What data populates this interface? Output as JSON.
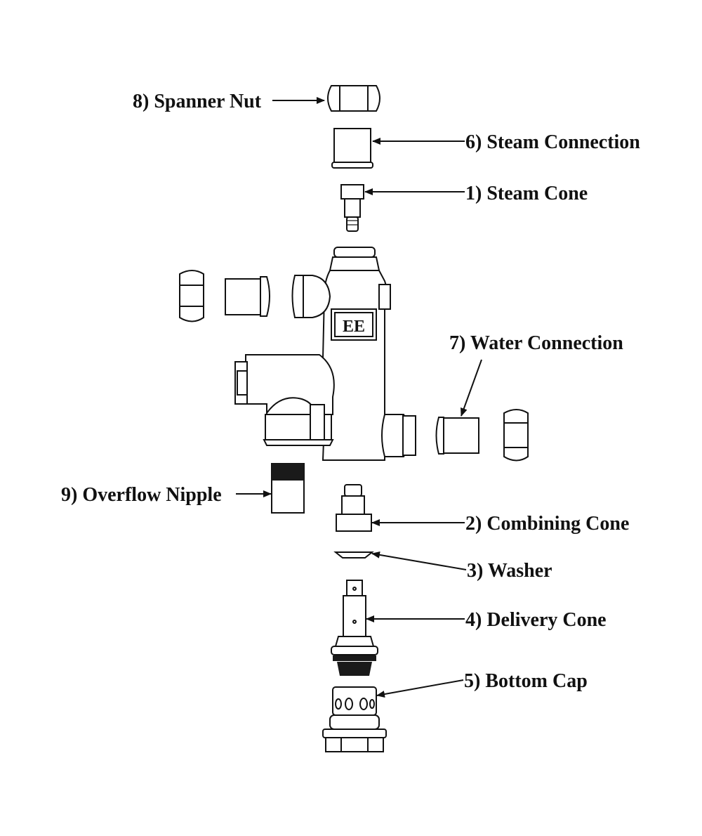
{
  "diagram": {
    "body_marking": "EE",
    "labels": {
      "spanner_nut": "8) Spanner Nut",
      "steam_connection": "6) Steam Connection",
      "steam_cone": "1) Steam Cone",
      "water_connection": "7) Water Connection",
      "overflow_nipple": "9) Overflow Nipple",
      "combining_cone": "2) Combining Cone",
      "washer": "3) Washer",
      "delivery_cone": "4) Delivery Cone",
      "bottom_cap": "5) Bottom Cap"
    }
  }
}
